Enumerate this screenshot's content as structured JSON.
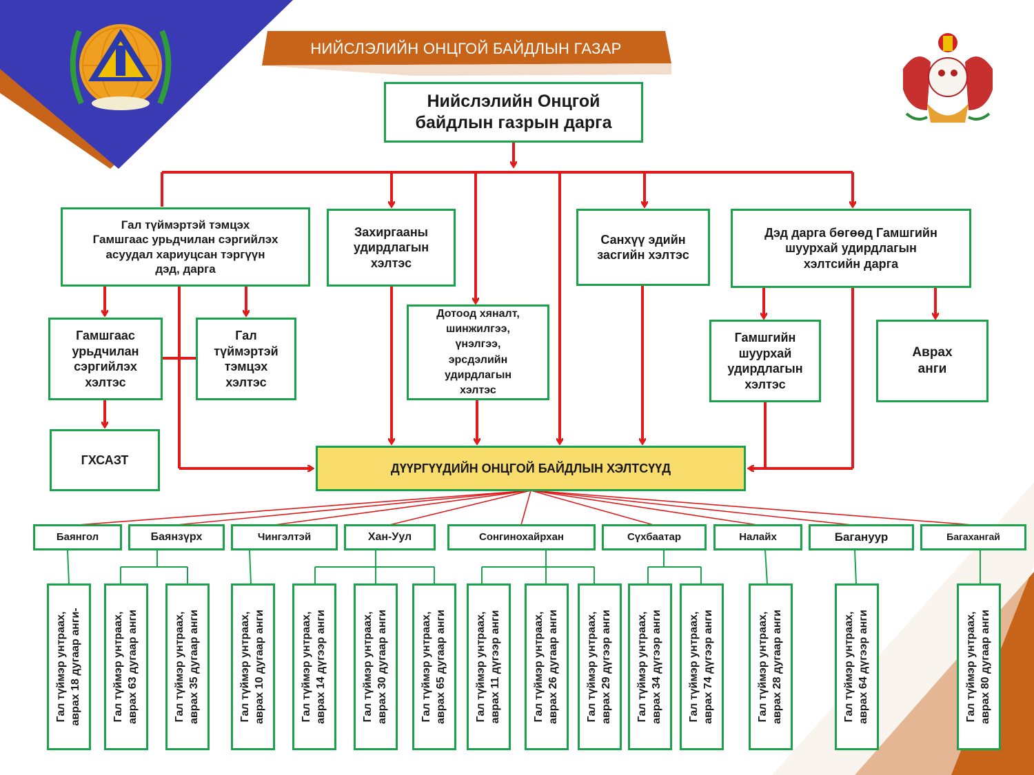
{
  "banner": {
    "title": "НИЙСЛЭЛИЙН ОНЦГОЙ БАЙДЛЫН ГАЗАР"
  },
  "colors": {
    "border": "#1aa34a",
    "arrow": "#e01b1b",
    "banner": "#c8641a",
    "corner_blue": "#3a3ab4",
    "highlight": "#f8dc6c"
  },
  "top": {
    "label": "Нийслэлийн Онцгой\nбайдлын газрын дарга"
  },
  "level2": {
    "fire": "Гал түймэртэй тэмцэх\nГамшгаас урьдчилан сэргийлэх\nасуудал хариуцсан тэргүүн\nдэд, дарга",
    "admin": "Захиргааны\nудирдлагын\nхэлтэс",
    "finance": "Санхүү эдийн\nзасгийн хэлтэс",
    "deputy": "Дэд дарга бөгөөд Гамшгийн\nшуурхай удирдлагын\nхэлтсийн дарга",
    "audit": "Дотоод хяналт,\nшинжилгээ,\nүнэлгээ,\nэрсдэлийн\nудирдлагын\nхэлтэс"
  },
  "level3": {
    "prevention": "Гамшгаас\nурьдчилан\nсэргийлэх\nхэлтэс",
    "firefight": "Гал\nтүймэртэй\nтэмцэх\nхэлтэс",
    "emergency_ops": "Гамшгийн\nшуурхай\nудирдлагын\nхэлтэс",
    "rescue": "Аврах\nанги",
    "gxsazt": "ГХСАЗТ"
  },
  "central": {
    "label": "ДҮҮРГҮҮДИЙН ОНЦГОЙ БАЙДЛЫН ХЭЛТСҮҮД"
  },
  "districts": [
    "Баянгол",
    "Баянзүрх",
    "Чингэлтэй",
    "Хан-Уул",
    "Сонгинохайрхан",
    "Сүхбаатар",
    "Налайх",
    "Багануур",
    "Багахангай"
  ],
  "units": [
    "Гал түймэр унтраах,\nаврах 18 дугаар анги-",
    "Гал түймэр унтраах,\nаврах 63 дугаар анги",
    "Гал түймэр унтраах,\nаврах 35 дугаар анги",
    "Гал түймэр унтраах,\nаврах 10 дугаар анги",
    "Гал түймэр унтраах,\nаврах 14 дүгээр анги",
    "Гал түймэр унтраах,\nаврах 30 дугаар анги",
    "Гал түймэр унтраах,\nаврах 65 дугаар анги",
    "Гал түймэр унтраах,\nаврах 11 дүгээр анги",
    "Гал түймэр унтраах,\nаврах 26 дугаар анги",
    "Гал түймэр унтраах,\nаврах 29 дүгээр анги",
    "Гал түймэр унтраах,\nаврах 34 дүгээр анги",
    "Гал түймэр унтраах,\nаврах 74 дүгээр анги",
    "Гал түймэр унтраах,\nаврах 28 дугаар анги",
    "Гал түймэр унтраах,\nаврах 64 дүгээр анги",
    "Гал түймэр унтраах,\nаврах 80 дугаар анги"
  ]
}
